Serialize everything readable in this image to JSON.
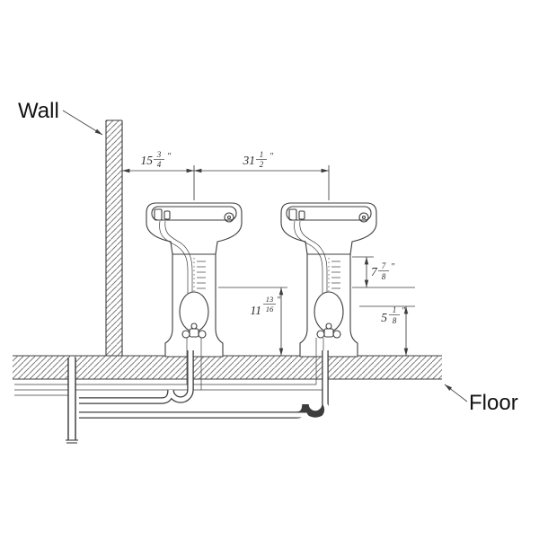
{
  "drawing": {
    "wall_label": "Wall",
    "floor_label": "Floor",
    "dims": {
      "wall_to_sink": {
        "whole": "15",
        "num": "3",
        "den": "4",
        "unit": "″"
      },
      "sink_to_sink": {
        "whole": "31",
        "num": "1",
        "den": "2",
        "unit": "″"
      },
      "right_side_upper": {
        "whole": "7",
        "num": "7",
        "den": "8",
        "unit": "″"
      },
      "left_side": {
        "whole": "11",
        "num": "13",
        "den": "16",
        "unit": "″"
      },
      "right_side_lower": {
        "whole": "5",
        "num": "1",
        "den": "8",
        "unit": "″"
      }
    }
  }
}
